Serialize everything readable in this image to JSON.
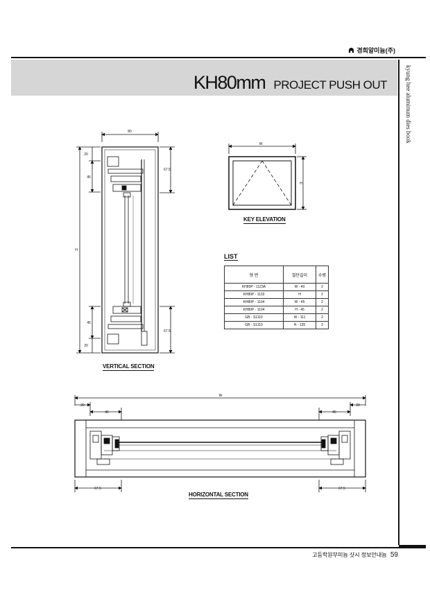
{
  "header": {
    "brand": "경희알미늄(주)",
    "title_main": "KH80mm",
    "title_sub": "PROJECT PUSH OUT",
    "side_text": "kyung hee aluminum dies book"
  },
  "vertical_section": {
    "caption": "VERTICAL SECTION",
    "dims": {
      "width": "80",
      "top": "20",
      "upper": "45",
      "right_upper": "67.5",
      "height": "H",
      "lower": "45",
      "bottom": "20",
      "right_lower": "67.5"
    }
  },
  "key_elevation": {
    "caption": "KEY ELEVATION",
    "w": "W",
    "h": "H"
  },
  "list": {
    "heading": "LIST",
    "columns": [
      "형 번",
      "절단길이",
      "수량"
    ],
    "rows": [
      [
        "KH80P - 1123A",
        "W - 40",
        "2"
      ],
      [
        "KH80P - 1133",
        "H",
        "2"
      ],
      [
        "KH80P - 1104",
        "W - 45",
        "2"
      ],
      [
        "KH80P - 1104",
        "H - 45",
        "2"
      ],
      [
        "GB - S1110",
        "W - 111",
        "2"
      ],
      [
        "GB - S1110",
        "H - 135",
        "2"
      ]
    ]
  },
  "horizontal_section": {
    "caption": "HORIZONTAL SECTION",
    "dims": {
      "total": "W",
      "left_edge": "20",
      "right_edge": "20",
      "left_inner": "45",
      "right_inner": "45",
      "left_bottom": "67.5",
      "right_bottom": "67.5"
    }
  },
  "footer": {
    "text": "고등학원부미늄 샷시 정보안내늄",
    "page": "59"
  }
}
